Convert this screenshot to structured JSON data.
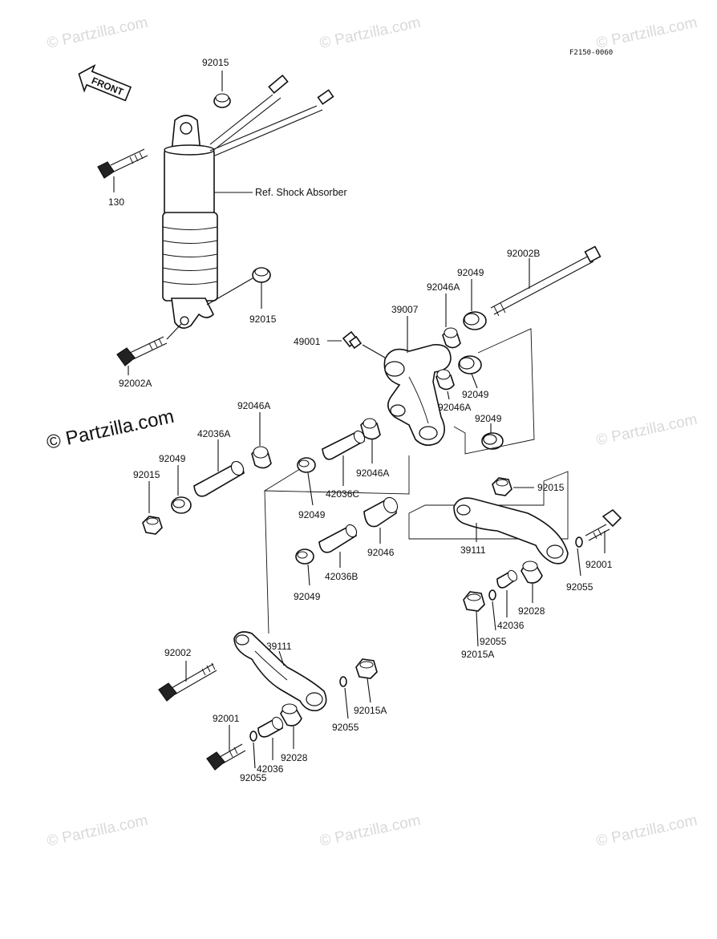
{
  "diagram_code": "F2150-0060",
  "front_label": "FRONT",
  "watermark": "© Partzilla.com",
  "ref_label": "Ref. Shock Absorber",
  "parts": {
    "p92015_top": "92015",
    "p130": "130",
    "p92015_mid": "92015",
    "p92002A": "92002A",
    "p92002B": "92002B",
    "p92049_a": "92049",
    "p92046A_a": "92046A",
    "p39007": "39007",
    "p49001": "49001",
    "p92049_b": "92049",
    "p92046A_b": "92046A",
    "p92049_c": "92049",
    "p92046A_left": "92046A",
    "p42036A": "42036A",
    "p92049_left": "92049",
    "p92015_left": "92015",
    "p92049_center": "92049",
    "p42036C": "42036C",
    "p92046A_center": "92046A",
    "p92015_right": "92015",
    "p39111_right": "39111",
    "p92046": "92046",
    "p42036B": "42036B",
    "p92049_low": "92049",
    "p92001_right": "92001",
    "p92055_right": "92055",
    "p92028_right": "92028",
    "p42036_right": "42036",
    "p92055_right2": "92055",
    "p92015A_right": "92015A",
    "p92002": "92002",
    "p39111_left": "39111",
    "p92055_mid": "92055",
    "p92015A_mid": "92015A",
    "p92001_left": "92001",
    "p42036_left": "42036",
    "p92028_left": "92028",
    "p92055_left": "92055"
  }
}
